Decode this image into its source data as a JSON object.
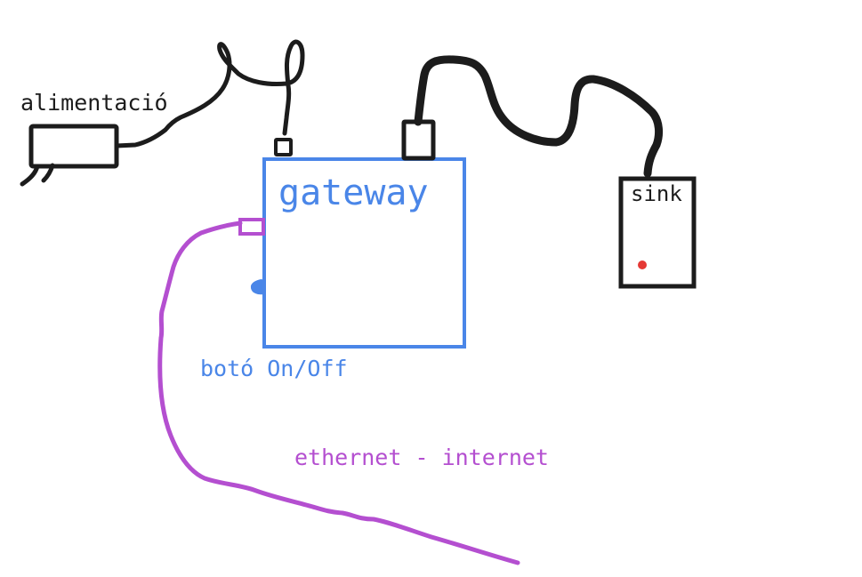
{
  "labels": {
    "power": "alimentació",
    "gateway": "gateway",
    "sink": "sink",
    "button": "botó On/Off",
    "ethernet": "ethernet - internet"
  },
  "colors": {
    "ink": "#1c1c1c",
    "blue": "#4a86e8",
    "purple": "#b44fd0",
    "red": "#e53935",
    "background": "#ffffff"
  }
}
